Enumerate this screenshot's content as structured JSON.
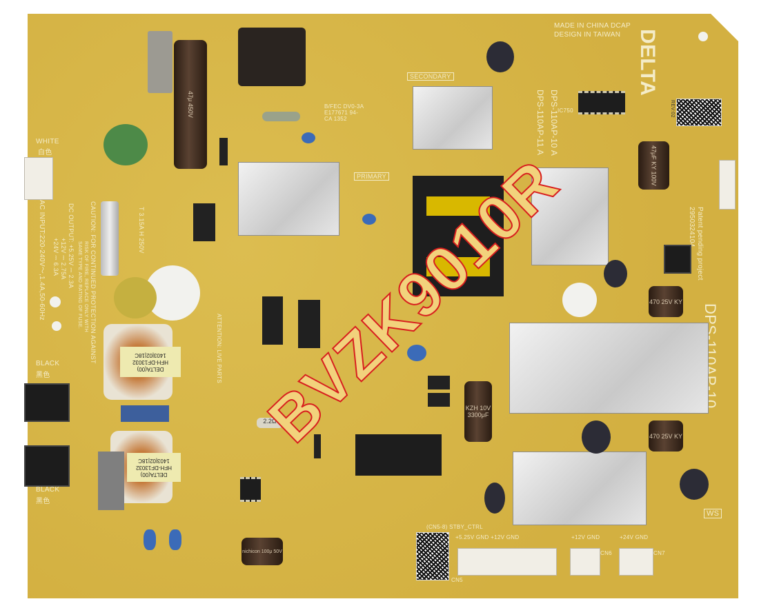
{
  "board": {
    "brand_logo": "DELTA",
    "made_in": "MADE IN CHINA DCAP",
    "design_in": "DESIGN IN TAIWAN",
    "model_a": "DPS-110AP-10 A",
    "model_b": "DPS-110AP-11 A",
    "model_main": "DPS-110AP-10",
    "patent": "Patent pending project",
    "patent_number": "2950324104",
    "secondary": "SECONDARY",
    "primary": "PRIMARY",
    "attention": "ATTENTION: LIVE PARTS",
    "white_label": "WHITE",
    "white_cn": "白色",
    "black_label_1": "BLACK",
    "black_cn_1": "黑色",
    "black_label_2": "BLACK",
    "black_cn_2": "黑色",
    "caution": "CAUTION: FOR CONTINUED PROTECTION AGAINST",
    "caution_2": "RISK OF FIRE, REPLACE ONLY WITH",
    "caution_3": "SAME TYPE AND RATING OF FUSE.",
    "ac_input": "AC INPUT:220-240V～,1.4A,50-60Hz",
    "dc_output": "DC OUTPUT: +5.25V ⎓ 2.3A",
    "dc_12v": "+12V ⎓ 2.75A",
    "dc_24v": "+24V ⎓ 6.3A",
    "fuse": "T 3.15A H 250V",
    "ul_mark": "B/FEC DV0-3A E177671 94-CA 1352",
    "rev": "REV:02",
    "stby": "(CN5-8) STBY_CTRL",
    "cn5_pins": "+5.25V GND    +12V   GND",
    "cn6_pins": "+12V GND",
    "cn7_pins": "+24V GND",
    "cn5": "CN5",
    "cn6": "CN6",
    "cn7": "CN7",
    "ws": "WS"
  },
  "components": {
    "bulk_cap": "47μ 450V",
    "cap_47_100": "47μF KY 100V",
    "cap_470_a": "470 25V KY",
    "cap_470_b": "470 25V KY",
    "cap_3300": "KZH 10V 3300μF",
    "cap_small": "nichicon 100μ 50V",
    "resistor_r915": "2.2Ω",
    "coil_label_1": "DELTA(00)",
    "coil_label_1b": "HFH-DF13032",
    "coil_label_1c": "1403|02|18C",
    "coil_label_2": "DELTA(00)",
    "coil_label_2b": "HFH-DF13032",
    "coil_label_2c": "1403|02|18C",
    "ic750": "IC750"
  },
  "watermark": "BVZK9010R",
  "colors": {
    "pcb": "#d7b646",
    "watermark": "#d81e1e",
    "silk": "#f4ecc8"
  }
}
